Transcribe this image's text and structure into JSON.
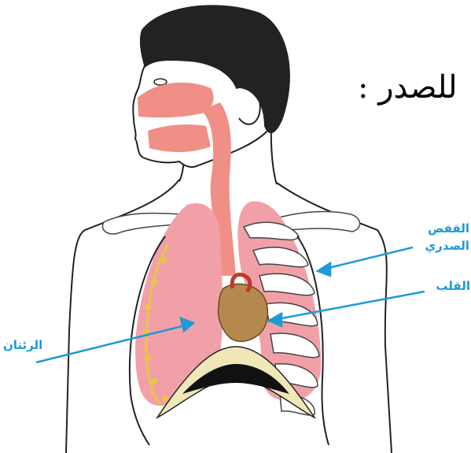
{
  "heading": "للصدر :",
  "labels": {
    "rib_cage_line1": "القفص",
    "rib_cage_line2": "الصدري",
    "heart": "القلب",
    "lungs": "الرئتان"
  },
  "colors": {
    "label_blue": "#1e9ad6",
    "airway_pink": "#ef8f86",
    "lung_pink": "#f2a0a8",
    "heart_brown": "#b5894e",
    "hair": "#222222"
  }
}
